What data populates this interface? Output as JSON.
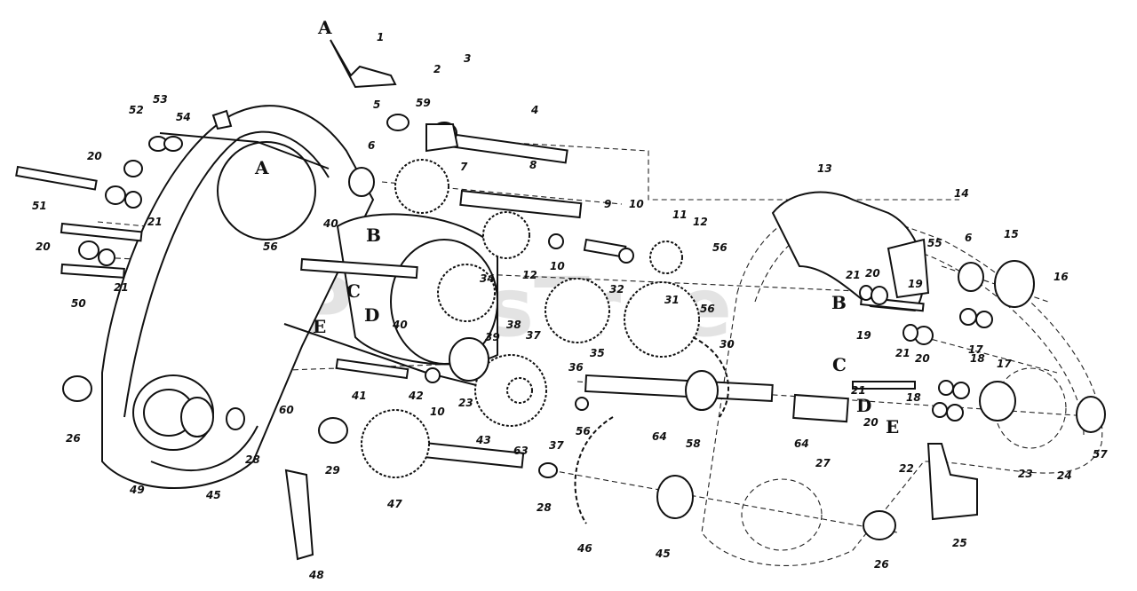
{
  "watermark": "PartsTree",
  "callouts": [
    "1",
    "2",
    "3",
    "4",
    "5",
    "59",
    "6",
    "7",
    "8",
    "9",
    "10",
    "11",
    "12",
    "56",
    "12",
    "10",
    "52",
    "53",
    "54",
    "20",
    "21",
    "51",
    "20",
    "21",
    "50",
    "56",
    "40",
    "34",
    "38",
    "39",
    "37",
    "36",
    "35",
    "32",
    "31",
    "56",
    "30",
    "40",
    "41",
    "42",
    "23",
    "10",
    "43",
    "63",
    "37",
    "56",
    "64",
    "58",
    "26",
    "45",
    "28",
    "60",
    "29",
    "47",
    "28",
    "46",
    "45",
    "49",
    "48",
    "13",
    "14",
    "55",
    "6",
    "15",
    "16",
    "21",
    "20",
    "19",
    "18",
    "17",
    "21",
    "20",
    "19",
    "21",
    "20",
    "18",
    "17",
    "64",
    "27",
    "22",
    "23",
    "24",
    "57",
    "26",
    "25"
  ],
  "ref_letters": [
    "A",
    "A",
    "B",
    "C",
    "D",
    "E",
    "B",
    "C",
    "D",
    "E"
  ]
}
